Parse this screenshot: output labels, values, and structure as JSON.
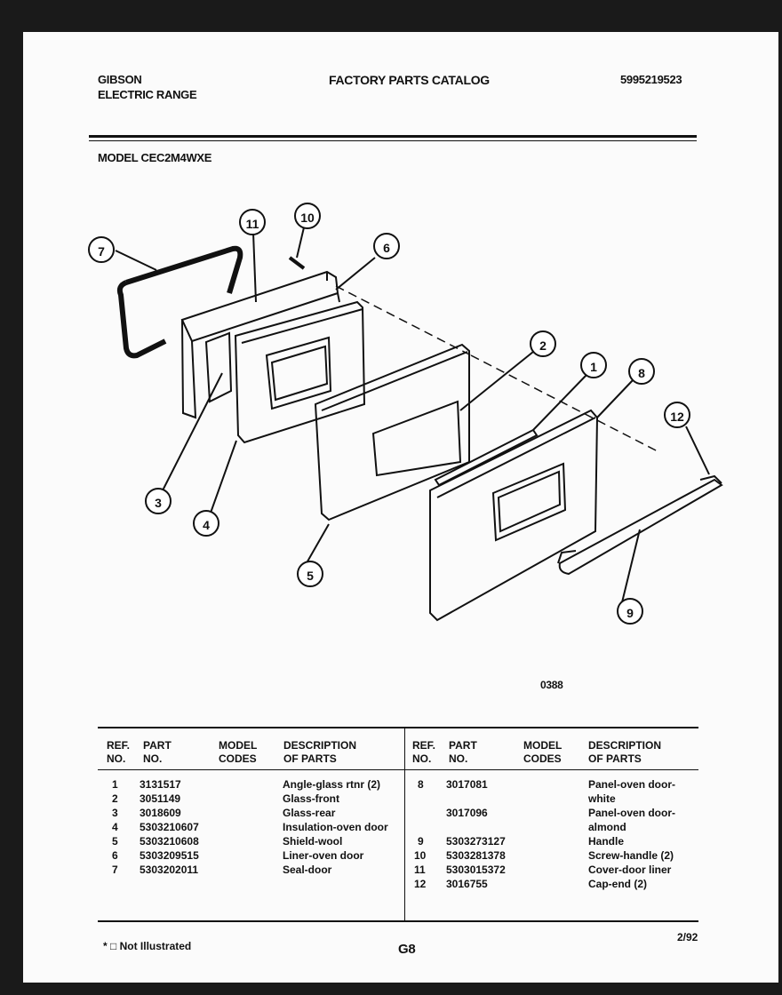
{
  "header": {
    "brand_line1": "GIBSON",
    "brand_line2": "ELECTRIC RANGE",
    "title": "FACTORY PARTS CATALOG",
    "catalog_number": "5995219523",
    "model": "MODEL CEC2M4WXE"
  },
  "diagram": {
    "callouts": [
      "1",
      "2",
      "3",
      "4",
      "5",
      "6",
      "7",
      "8",
      "9",
      "10",
      "11",
      "12"
    ],
    "figure_code": "0388"
  },
  "table": {
    "headers": {
      "ref": "REF. NO.",
      "part": "PART NO.",
      "model_codes": "MODEL CODES",
      "description": "DESCRIPTION OF PARTS"
    },
    "left": [
      {
        "ref": "1",
        "part": "3131517",
        "desc": "Angle-glass rtnr (2)"
      },
      {
        "ref": "2",
        "part": "3051149",
        "desc": "Glass-front"
      },
      {
        "ref": "3",
        "part": "3018609",
        "desc": "Glass-rear"
      },
      {
        "ref": "4",
        "part": "5303210607",
        "desc": "Insulation-oven door"
      },
      {
        "ref": "5",
        "part": "5303210608",
        "desc": "Shield-wool"
      },
      {
        "ref": "6",
        "part": "5303209515",
        "desc": "Liner-oven door"
      },
      {
        "ref": "7",
        "part": "5303202011",
        "desc": "Seal-door"
      }
    ],
    "right": [
      {
        "ref": "8",
        "part": "3017081",
        "desc1": "Panel-oven door-",
        "desc2": "white"
      },
      {
        "ref": "",
        "part": "3017096",
        "desc1": "Panel-oven door-",
        "desc2": "almond"
      },
      {
        "ref": "9",
        "part": "5303273127",
        "desc1": "Handle",
        "desc2": ""
      },
      {
        "ref": "10",
        "part": "5303281378",
        "desc1": "Screw-handle (2)",
        "desc2": ""
      },
      {
        "ref": "11",
        "part": "5303015372",
        "desc1": "Cover-door liner",
        "desc2": ""
      },
      {
        "ref": "12",
        "part": "3016755",
        "desc1": "Cap-end (2)",
        "desc2": ""
      }
    ]
  },
  "footer": {
    "not_illustrated": "* □ Not Illustrated",
    "page_code": "G8",
    "date": "2/92"
  }
}
